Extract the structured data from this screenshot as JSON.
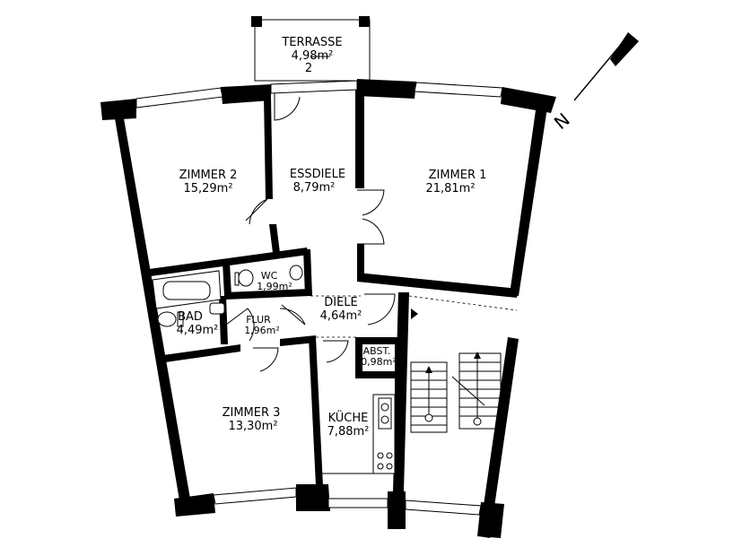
{
  "rooms": {
    "terrasse": {
      "name": "TERRASSE",
      "area": "4,98m²",
      "note": "2"
    },
    "zimmer2": {
      "name": "ZIMMER 2",
      "area": "15,29m²"
    },
    "essdiele": {
      "name": "ESSDIELE",
      "area": "8,79m²"
    },
    "zimmer1": {
      "name": "ZIMMER 1",
      "area": "21,81m²"
    },
    "wc": {
      "name": "WC",
      "area": "1,99m²"
    },
    "bad": {
      "name": "BAD",
      "area": "4,49m²"
    },
    "flur": {
      "name": "FLUR",
      "area": "1,96m²"
    },
    "diele": {
      "name": "DIELE",
      "area": "4,64m²"
    },
    "abst": {
      "name": "ABST.",
      "area": "0,98m²"
    },
    "zimmer3": {
      "name": "ZIMMER 3",
      "area": "13,30m²"
    },
    "kueche": {
      "name": "KÜCHE",
      "area": "7,88m²"
    }
  },
  "north": {
    "label": "N"
  },
  "colors": {
    "wall": "#000000",
    "background": "#ffffff"
  }
}
